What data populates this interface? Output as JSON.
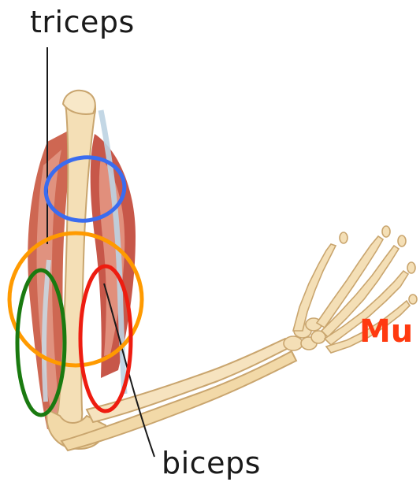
{
  "labels": {
    "triceps": "triceps",
    "biceps": "biceps",
    "cut_text": "Mu"
  },
  "colors": {
    "highlight_blue": "#3a6cf0",
    "highlight_orange": "#ff9a00",
    "highlight_green": "#1a7a10",
    "highlight_red": "#ee1c10",
    "text_red": "#ff3a10",
    "bone": "#f3dcb0",
    "bone_shade": "#d9b27a",
    "muscle": "#c8503c",
    "muscle_light": "#e39a86",
    "tendon": "#cfe0ea"
  },
  "highlights": [
    {
      "name": "blue-ellipse",
      "color": "blue"
    },
    {
      "name": "orange-circle",
      "color": "orange"
    },
    {
      "name": "green-ellipse",
      "color": "green"
    },
    {
      "name": "red-ellipse",
      "color": "red"
    }
  ]
}
